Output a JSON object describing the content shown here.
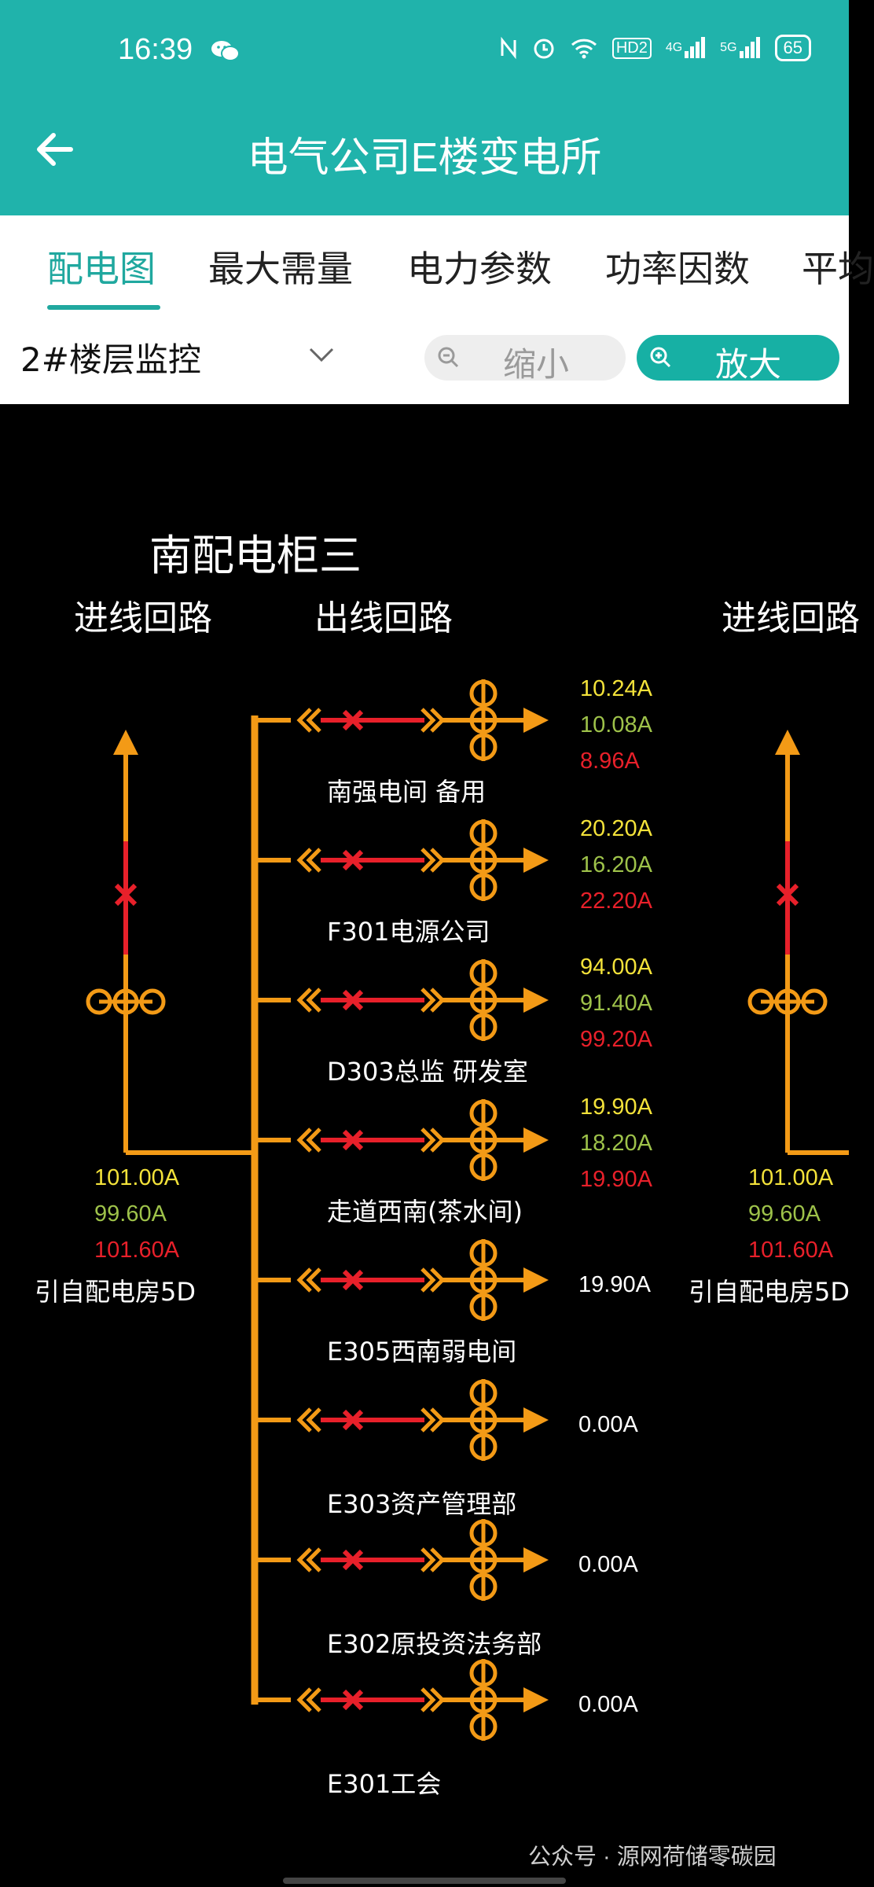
{
  "status_bar": {
    "time": "16:39",
    "network_1": "4G",
    "network_2": "5G",
    "hd_badge": "HD2",
    "battery": "65"
  },
  "app_bar": {
    "title": "电气公司E楼变电所"
  },
  "tabs": [
    {
      "label": "配电图",
      "active": true
    },
    {
      "label": "最大需量"
    },
    {
      "label": "电力参数"
    },
    {
      "label": "功率因数"
    },
    {
      "label": "平均"
    }
  ],
  "filter": {
    "floor_value": "2#楼层监控",
    "zoom_out_label": "缩小",
    "zoom_in_label": "放大"
  },
  "diagram": {
    "cabinet_title": "南配电柜三",
    "incoming_label": "进线回路",
    "outgoing_label": "出线回路",
    "incoming_left": {
      "currents": [
        "101.00A",
        "99.60A",
        "101.60A"
      ],
      "source": "引自配电房5D"
    },
    "incoming_right": {
      "currents": [
        "101.00A",
        "99.60A",
        "101.60A"
      ],
      "source": "引自配电房5D"
    },
    "circuits": [
      {
        "name": "南强电间 备用",
        "currents": [
          "10.24A",
          "10.08A",
          "8.96A"
        ]
      },
      {
        "name": "F301电源公司",
        "currents": [
          "20.20A",
          "16.20A",
          "22.20A"
        ]
      },
      {
        "name": "D303总监 研发室",
        "currents": [
          "94.00A",
          "91.40A",
          "99.20A"
        ]
      },
      {
        "name": "走道西南(茶水间)",
        "currents": [
          "19.90A",
          "18.20A",
          "19.90A"
        ]
      },
      {
        "name": "E305西南弱电间",
        "currents": [
          "19.90A"
        ]
      },
      {
        "name": "E303资产管理部",
        "currents": [
          "0.00A"
        ]
      },
      {
        "name": "E302原投资法务部",
        "currents": [
          "0.00A"
        ]
      },
      {
        "name": "E301工会",
        "currents": [
          "0.00A"
        ]
      }
    ],
    "colors": {
      "bus": "#f39a16",
      "breaker": "#e8202a",
      "phase_a": "#f3e23a",
      "phase_b": "#9ec24a",
      "phase_c": "#e8202a"
    }
  },
  "watermark": "公众号 · 源网荷储零碳园"
}
